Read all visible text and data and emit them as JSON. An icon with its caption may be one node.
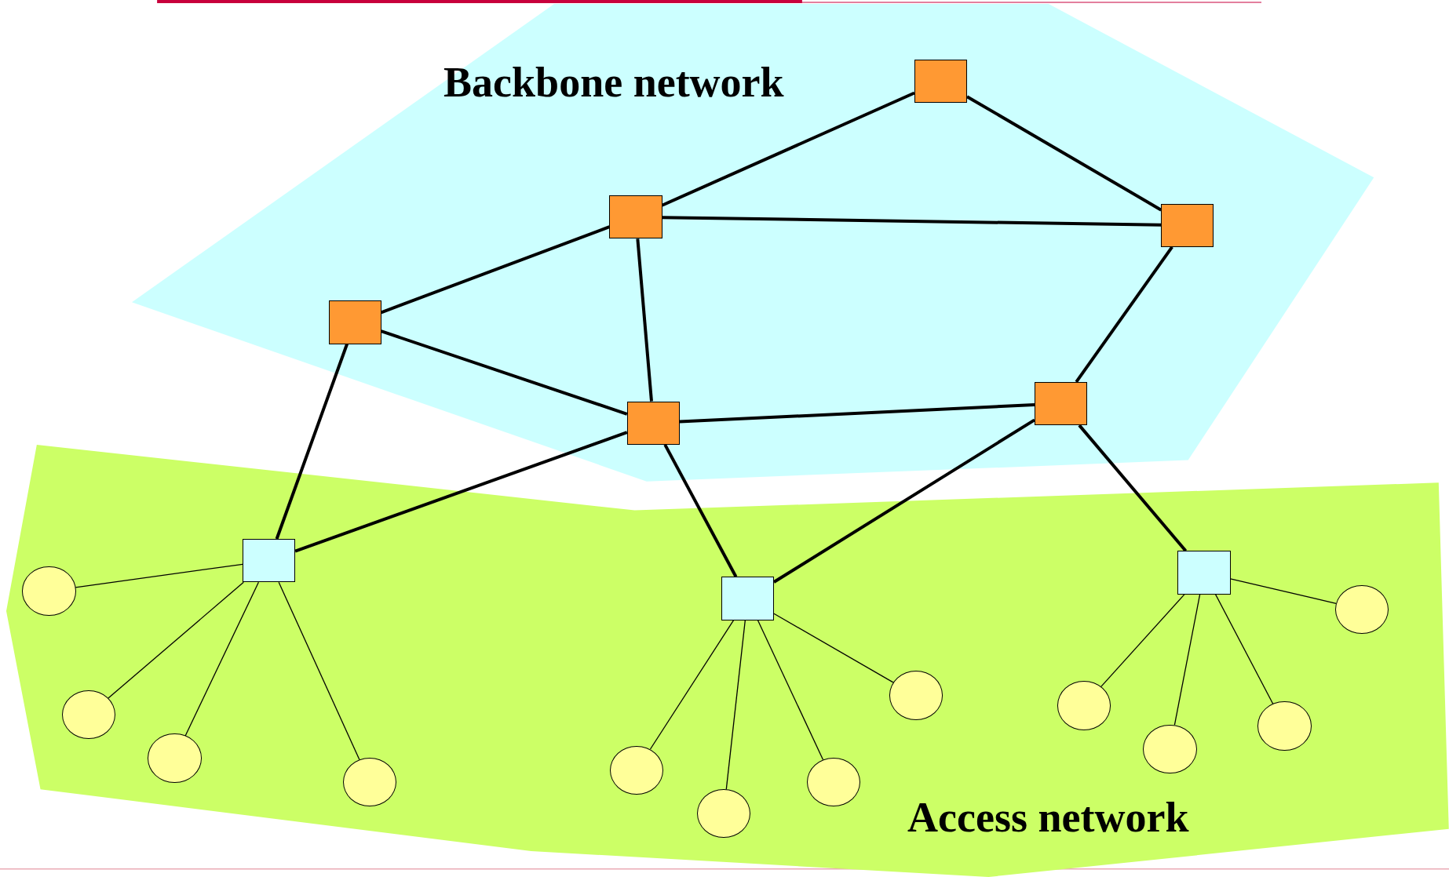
{
  "diagram": {
    "nodes": [
      {
        "text": [
          "Backbone network"
        ]
      },
      {
        "text": [],
        "shape": "box",
        "in": 0
      },
      {
        "text": [],
        "shape": "box",
        "in": 0
      },
      {
        "text": [],
        "shape": "box",
        "in": 0
      },
      {
        "text": [],
        "shape": "box",
        "in": 0
      },
      {
        "text": [],
        "shape": "box",
        "in": 0
      },
      {
        "text": [],
        "shape": "box",
        "in": 0
      },
      {
        "text": [
          "Access network"
        ]
      },
      {
        "text": [],
        "shape": "box",
        "in": 7
      },
      {
        "text": [],
        "shape": "box",
        "in": 7
      },
      {
        "text": [],
        "shape": "box",
        "in": 7
      },
      {
        "text": [],
        "shape": "circle",
        "in": 7
      },
      {
        "text": [],
        "shape": "circle",
        "in": 7
      },
      {
        "text": [],
        "shape": "circle",
        "in": 7
      },
      {
        "text": [],
        "shape": "circle",
        "in": 7
      },
      {
        "text": [],
        "shape": "circle",
        "in": 7
      },
      {
        "text": [],
        "shape": "circle",
        "in": 7
      },
      {
        "text": [],
        "shape": "circle",
        "in": 7
      },
      {
        "text": [],
        "shape": "circle",
        "in": 7
      },
      {
        "text": [],
        "shape": "circle",
        "in": 7
      },
      {
        "text": [],
        "shape": "circle",
        "in": 7
      },
      {
        "text": [],
        "shape": "circle",
        "in": 7
      },
      {
        "text": [],
        "shape": "circle",
        "in": 7
      }
    ],
    "edges": [
      {
        "from": 1,
        "to": 2,
        "arrow": "none"
      },
      {
        "from": 1,
        "to": 3,
        "arrow": "none"
      },
      {
        "from": 2,
        "to": 3,
        "arrow": "none"
      },
      {
        "from": 2,
        "to": 4,
        "arrow": "none"
      },
      {
        "from": 2,
        "to": 5,
        "arrow": "none"
      },
      {
        "from": 4,
        "to": 5,
        "arrow": "none"
      },
      {
        "from": 3,
        "to": 6,
        "arrow": "none"
      },
      {
        "from": 5,
        "to": 6,
        "arrow": "none"
      },
      {
        "from": 4,
        "to": 8,
        "arrow": "none"
      },
      {
        "from": 5,
        "to": 8,
        "arrow": "none"
      },
      {
        "from": 5,
        "to": 9,
        "arrow": "none"
      },
      {
        "from": 6,
        "to": 9,
        "arrow": "none"
      },
      {
        "from": 6,
        "to": 10,
        "arrow": "none"
      },
      {
        "from": 8,
        "to": 11,
        "arrow": "none"
      },
      {
        "from": 8,
        "to": 12,
        "arrow": "none"
      },
      {
        "from": 8,
        "to": 13,
        "arrow": "none"
      },
      {
        "from": 8,
        "to": 14,
        "arrow": "none"
      },
      {
        "from": 9,
        "to": 15,
        "arrow": "none"
      },
      {
        "from": 9,
        "to": 16,
        "arrow": "none"
      },
      {
        "from": 9,
        "to": 17,
        "arrow": "none"
      },
      {
        "from": 9,
        "to": 18,
        "arrow": "none"
      },
      {
        "from": 10,
        "to": 19,
        "arrow": "none"
      },
      {
        "from": 10,
        "to": 20,
        "arrow": "none"
      },
      {
        "from": 10,
        "to": 21,
        "arrow": "none"
      },
      {
        "from": 10,
        "to": 22,
        "arrow": "none"
      }
    ]
  }
}
